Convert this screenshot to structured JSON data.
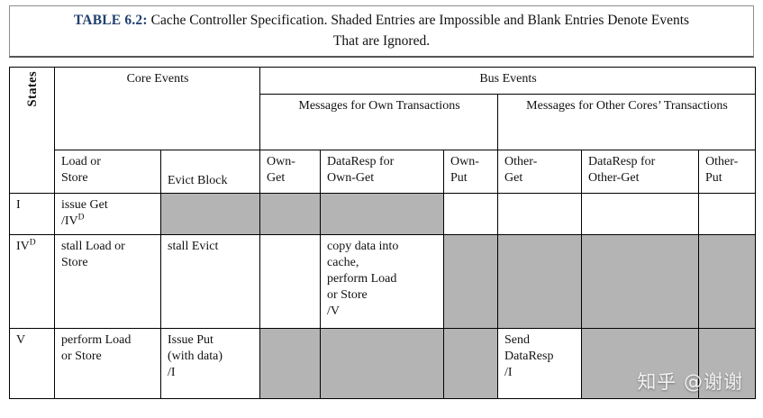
{
  "caption": {
    "label": "TABLE 6.2:",
    "text": "Cache Controller Specification. Shaded Entries are Impossible and Blank Entries Denote Events That are Ignored.",
    "label_color": "#1f3f6e"
  },
  "table": {
    "states_header": "States",
    "group_headers": {
      "core_events": "Core Events",
      "bus_events": "Bus Events",
      "own_transactions": "Messages for Own Transactions",
      "other_transactions": "Messages for Other Cores’ Transactions"
    },
    "columns": [
      {
        "id": "load_or_store",
        "label_line1": "Load or",
        "label_line2": "Store"
      },
      {
        "id": "evict_block",
        "label_line1": "Evict Block",
        "label_line2": ""
      },
      {
        "id": "own_get",
        "label_line1": "Own-",
        "label_line2": "Get"
      },
      {
        "id": "dataresp_own_get",
        "label_line1": "DataResp for",
        "label_line2": "Own-Get"
      },
      {
        "id": "own_put",
        "label_line1": "Own-",
        "label_line2": "Put"
      },
      {
        "id": "other_get",
        "label_line1": "Other-",
        "label_line2": "Get"
      },
      {
        "id": "dataresp_other_get",
        "label_line1": "DataResp for",
        "label_line2": "Other-Get"
      },
      {
        "id": "other_put",
        "label_line1": "Other-",
        "label_line2": "Put"
      }
    ],
    "rows": [
      {
        "state": "I",
        "state_sup": "",
        "cells": [
          {
            "id": "load_or_store",
            "text": "issue Get\n/IV",
            "sup": "D",
            "shaded": false
          },
          {
            "id": "evict_block",
            "text": "",
            "sup": "",
            "shaded": true
          },
          {
            "id": "own_get",
            "text": "",
            "sup": "",
            "shaded": true
          },
          {
            "id": "dataresp_own_get",
            "text": "",
            "sup": "",
            "shaded": true
          },
          {
            "id": "own_put",
            "text": "",
            "sup": "",
            "shaded": false
          },
          {
            "id": "other_get",
            "text": "",
            "sup": "",
            "shaded": false
          },
          {
            "id": "dataresp_other_get",
            "text": "",
            "sup": "",
            "shaded": false
          },
          {
            "id": "other_put",
            "text": "",
            "sup": "",
            "shaded": false
          }
        ]
      },
      {
        "state": "IV",
        "state_sup": "D",
        "cells": [
          {
            "id": "load_or_store",
            "text": "stall Load or\nStore",
            "sup": "",
            "shaded": false
          },
          {
            "id": "evict_block",
            "text": "stall Evict",
            "sup": "",
            "shaded": false
          },
          {
            "id": "own_get",
            "text": "",
            "sup": "",
            "shaded": false
          },
          {
            "id": "dataresp_own_get",
            "text": "copy data into\ncache,\nperform Load\nor Store\n/V",
            "sup": "",
            "shaded": false
          },
          {
            "id": "own_put",
            "text": "",
            "sup": "",
            "shaded": true
          },
          {
            "id": "other_get",
            "text": "",
            "sup": "",
            "shaded": true
          },
          {
            "id": "dataresp_other_get",
            "text": "",
            "sup": "",
            "shaded": true
          },
          {
            "id": "other_put",
            "text": "",
            "sup": "",
            "shaded": true
          }
        ]
      },
      {
        "state": "V",
        "state_sup": "",
        "cells": [
          {
            "id": "load_or_store",
            "text": "perform Load\nor Store",
            "sup": "",
            "shaded": false
          },
          {
            "id": "evict_block",
            "text": "Issue Put\n(with data)\n/I",
            "sup": "",
            "shaded": false
          },
          {
            "id": "own_get",
            "text": "",
            "sup": "",
            "shaded": true
          },
          {
            "id": "dataresp_own_get",
            "text": "",
            "sup": "",
            "shaded": true
          },
          {
            "id": "own_put",
            "text": "",
            "sup": "",
            "shaded": true
          },
          {
            "id": "other_get",
            "text": "Send\nDataResp\n/I",
            "sup": "",
            "shaded": false
          },
          {
            "id": "dataresp_other_get",
            "text": "",
            "sup": "",
            "shaded": true
          },
          {
            "id": "other_put",
            "text": "",
            "sup": "",
            "shaded": true
          }
        ]
      }
    ]
  },
  "watermark": {
    "text": "知乎 @谢谢"
  },
  "colors": {
    "shaded_cell": "#b4b4b4",
    "rule": "#000000"
  }
}
